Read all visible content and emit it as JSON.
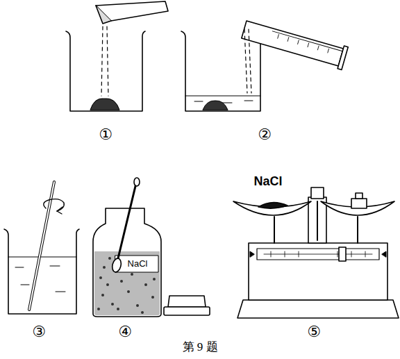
{
  "diagram": {
    "caption": "第 9 题",
    "labels": [
      "①",
      "②",
      "③",
      "④",
      "⑤",
      "NaCl",
      "NaCl"
    ]
  }
}
